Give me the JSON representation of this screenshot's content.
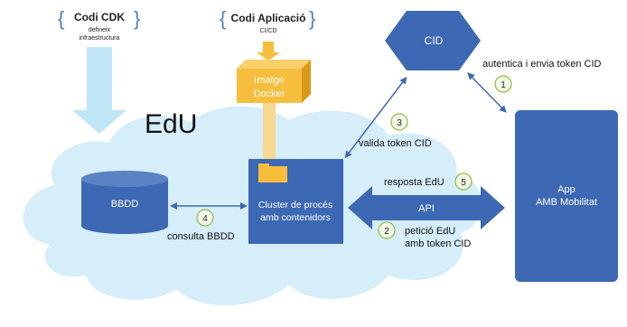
{
  "sources": {
    "cdk": {
      "title": "Codi CDK",
      "subtitle_1": "defineix",
      "subtitle_2": "infraestructura"
    },
    "app_code": {
      "title": "Codi Aplicació",
      "subtitle": "CI/CD"
    }
  },
  "docker_image": {
    "line_1": "Imatge",
    "line_2": "Docker"
  },
  "cloud": {
    "label": "EdU"
  },
  "database": {
    "label": "BBDD"
  },
  "cluster": {
    "line_1": "Cluster de procés",
    "line_2": "amb contenidors"
  },
  "cid": {
    "label": "CID"
  },
  "app": {
    "line_1": "App",
    "line_2": "AMB Mobilitat"
  },
  "api": {
    "label": "API"
  },
  "steps": [
    {
      "number": "1",
      "line_1": "autentica i envia token CID",
      "line_2": ""
    },
    {
      "number": "2",
      "line_1": "petició EdU",
      "line_2": "amb token CID"
    },
    {
      "number": "3",
      "line_1": "valida token CID",
      "line_2": ""
    },
    {
      "number": "4",
      "line_1": "consulta BBDD",
      "line_2": ""
    },
    {
      "number": "5",
      "line_1": "resposta EdU",
      "line_2": ""
    }
  ],
  "colors": {
    "cloud": "#d6eefa",
    "blue_box": "#3d68b3",
    "light_arrow": "#bfe6f6",
    "docker_gold": "#f7be3d",
    "docker_connector": "#f7d88f",
    "step_circle": "#f2f9e6",
    "step_ring": "#8dbb3f",
    "brace": "#4e7fc0"
  }
}
